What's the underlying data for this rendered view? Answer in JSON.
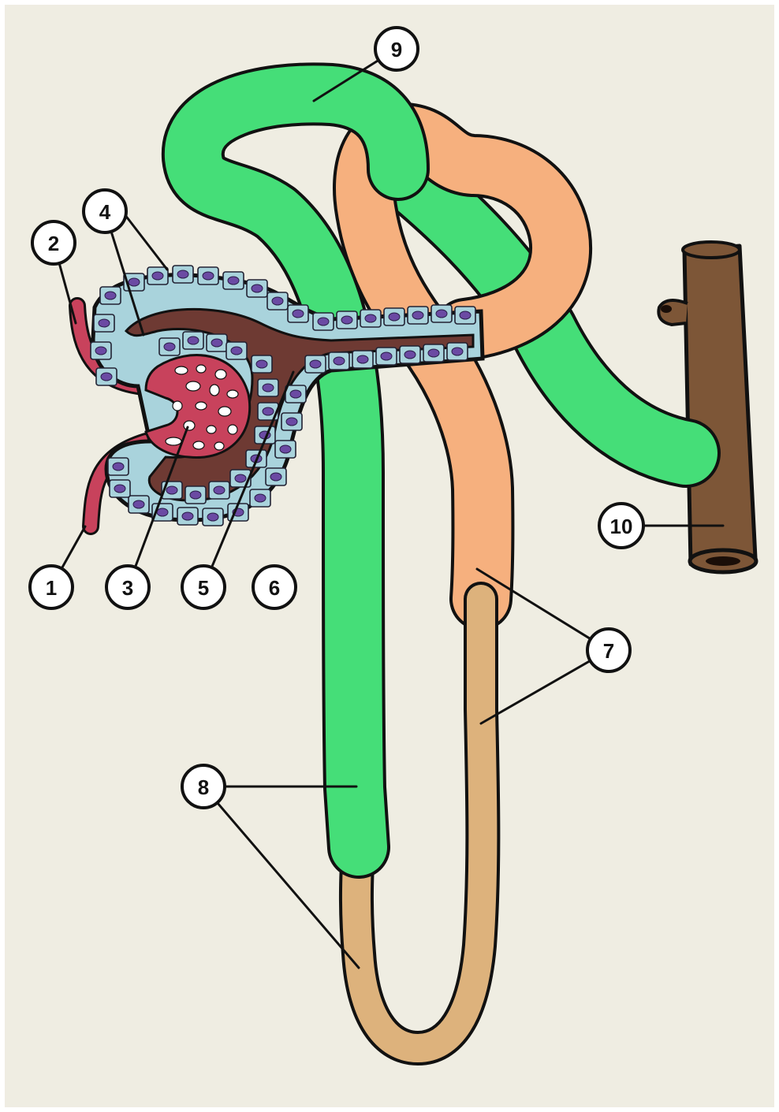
{
  "colors": {
    "background": "#efede2",
    "distal_green": "#45de78",
    "proximal_orange": "#f6b07e",
    "thin_segment_tan": "#ddb27c",
    "capsule_cells": "#a9d3dc",
    "capsular_space": "#6e3a33",
    "vessel_red": "#c8425c",
    "collecting_duct_brown": "#7d5637",
    "nucleus_purple": "#6b4aa3"
  },
  "markers": [
    "1",
    "2",
    "3",
    "4",
    "5",
    "6",
    "7",
    "8",
    "9",
    "10"
  ]
}
